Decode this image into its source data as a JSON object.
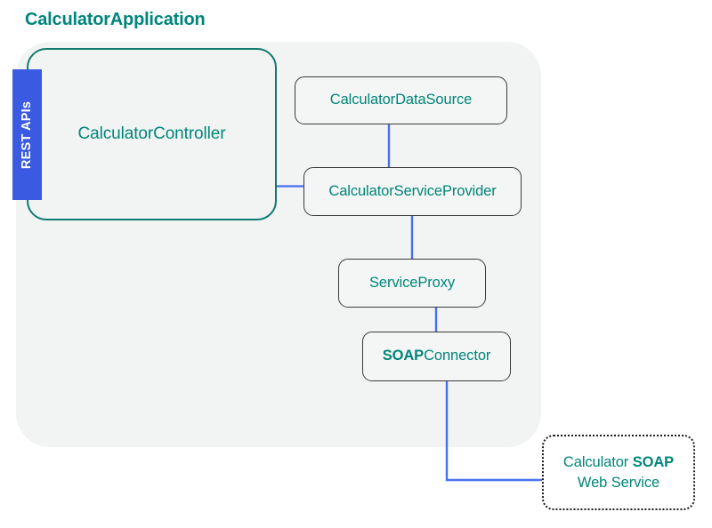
{
  "diagram": {
    "title": "CalculatorApplication",
    "title_color": "#00857a",
    "background_color": "#ffffff",
    "container_color": "#f2f4f3",
    "node_text_color": "#00857a",
    "connector_color": "#4a6ff0",
    "accent_badge_color": "#3b5ae2",
    "container_border_color": "#0f7a6f"
  },
  "badge": {
    "label": "REST APIs",
    "orientation": "vertical",
    "color": "#ffffff",
    "background": "#3b5ae2"
  },
  "nodes": {
    "controller": {
      "label": "CalculatorController"
    },
    "datasource": {
      "label": "CalculatorDataSource"
    },
    "service_provider": {
      "label": "CalculatorServiceProvider"
    },
    "service_proxy": {
      "label": "ServiceProxy"
    },
    "soap_connector": {
      "bold_part": "SOAP",
      "rest_part": "Connector"
    },
    "web_service": {
      "line1_prefix": "Calculator ",
      "line1_bold": "SOAP",
      "line2": "Web Service"
    }
  },
  "connections": [
    {
      "from": "controller",
      "to": "service_provider",
      "style": "straight-horizontal"
    },
    {
      "from": "datasource",
      "to": "service_provider",
      "style": "straight-vertical"
    },
    {
      "from": "service_provider",
      "to": "service_proxy",
      "style": "straight-vertical"
    },
    {
      "from": "service_proxy",
      "to": "soap_connector",
      "style": "straight-vertical"
    },
    {
      "from": "soap_connector",
      "to": "web_service",
      "style": "elbow"
    }
  ]
}
